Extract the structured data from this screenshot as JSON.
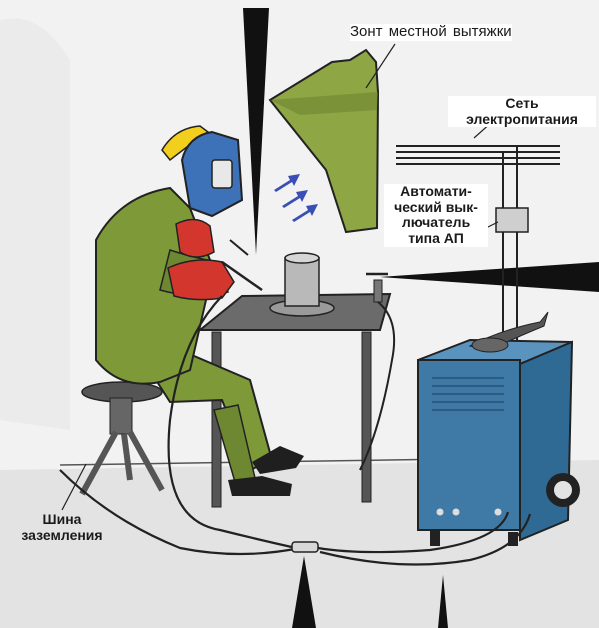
{
  "labels": {
    "hood": "Зонт местной вытяжки",
    "network": [
      "Сеть",
      "электропитания"
    ],
    "breaker": [
      "Автомати-",
      "ческий вык-",
      "лючатель",
      "типа АП"
    ],
    "ground_bus": [
      "Шина",
      "заземления"
    ]
  },
  "colors": {
    "clothing": "#7e9a38",
    "hood": "#8fa644",
    "welder_body": "#3f7aa6",
    "glove": "#d2362c",
    "helmet": "#3d71b8",
    "hard_hat": "#f2cf1d",
    "table": "#6b6b6b",
    "floor": "#e3e3e3",
    "wall": "#f2f2f2",
    "airflow_arrows": "#3a4fb5"
  },
  "icons": [
    "welder-figure",
    "exhaust-hood",
    "welding-machine",
    "circuit-breaker",
    "power-lines",
    "stool",
    "work-table",
    "workpiece",
    "airflow-arrows",
    "ground-clamp",
    "gas-tap"
  ]
}
